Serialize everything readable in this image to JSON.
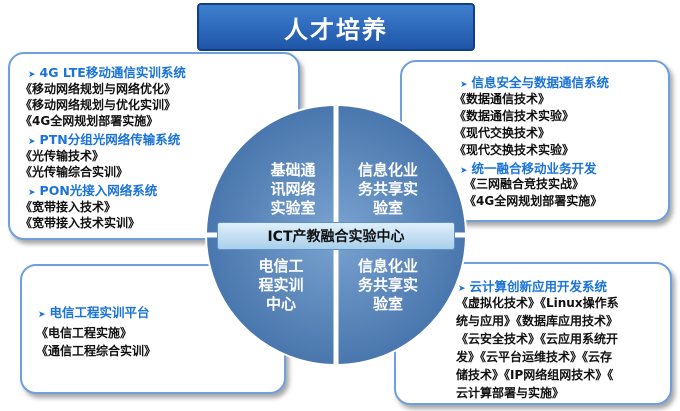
{
  "title": "人才培养",
  "center_label": "ICT产教融合实验中心",
  "quadrants": {
    "tl": [
      "基础通",
      "讯网络",
      "实验室"
    ],
    "tr": [
      "信息化业",
      "务共享实",
      "验室"
    ],
    "bl": [
      "电信工",
      "程实训",
      "中心"
    ],
    "br": [
      "信息化业",
      "务共享实",
      "验室"
    ]
  },
  "panel_tl": {
    "lines": [
      {
        "text": "4G LTE移动通信实训系统",
        "head": true
      },
      {
        "text": "《移动网络规划与网络优化》",
        "head": false
      },
      {
        "text": "《移动网络规划与优化实训》",
        "head": false
      },
      {
        "text": "《4G全网规划部署实施》",
        "head": false
      },
      {
        "text": "PTN分组光网络传输系统",
        "head": true
      },
      {
        "text": "《光传输技术》",
        "head": false
      },
      {
        "text": "《光传输综合实训》",
        "head": false
      },
      {
        "text": "PON光接入网络系统",
        "head": true
      },
      {
        "text": "《宽带接入技术》",
        "head": false
      },
      {
        "text": "《宽带接入技术实训》",
        "head": false
      }
    ]
  },
  "panel_tr": {
    "lines": [
      {
        "text": "信息安全与数据通信系统",
        "head": true
      },
      {
        "text": "《数据通信技术》",
        "head": false
      },
      {
        "text": "《数据通信技术实验》",
        "head": false
      },
      {
        "text": "《现代交换技术》",
        "head": false
      },
      {
        "text": "《现代交换技术实验》",
        "head": false
      },
      {
        "text": "统一融合移动业务开发",
        "head": true
      },
      {
        "text": "《三网融合竞技实战》",
        "head": false
      },
      {
        "text": "《4G全网规划部署实施》",
        "head": false
      }
    ]
  },
  "panel_bl": {
    "lines": [
      {
        "text": "电信工程实训平台",
        "head": true
      },
      {
        "text": "《电信工程实施》",
        "head": false
      },
      {
        "text": "《通信工程综合实训》",
        "head": false
      }
    ]
  },
  "panel_br": {
    "lines": [
      {
        "text": "云计算创新应用开发系统",
        "head": true
      },
      {
        "text": "《虚拟化技术》《Linux操作系",
        "head": false
      },
      {
        "text": "统与应用》《数据库应用技术》",
        "head": false
      },
      {
        "text": "《云安全技术》《云应用系统开",
        "head": false
      },
      {
        "text": "发》《云平台运维技术》《云存",
        "head": false
      },
      {
        "text": "储技术》《IP网络组网技术》《",
        "head": false
      },
      {
        "text": "云计算部署与实施》",
        "head": false
      }
    ]
  },
  "colors": {
    "accent": "#1a73d8",
    "quadrant": "#5b86b8",
    "banner": "#2a63b8"
  }
}
